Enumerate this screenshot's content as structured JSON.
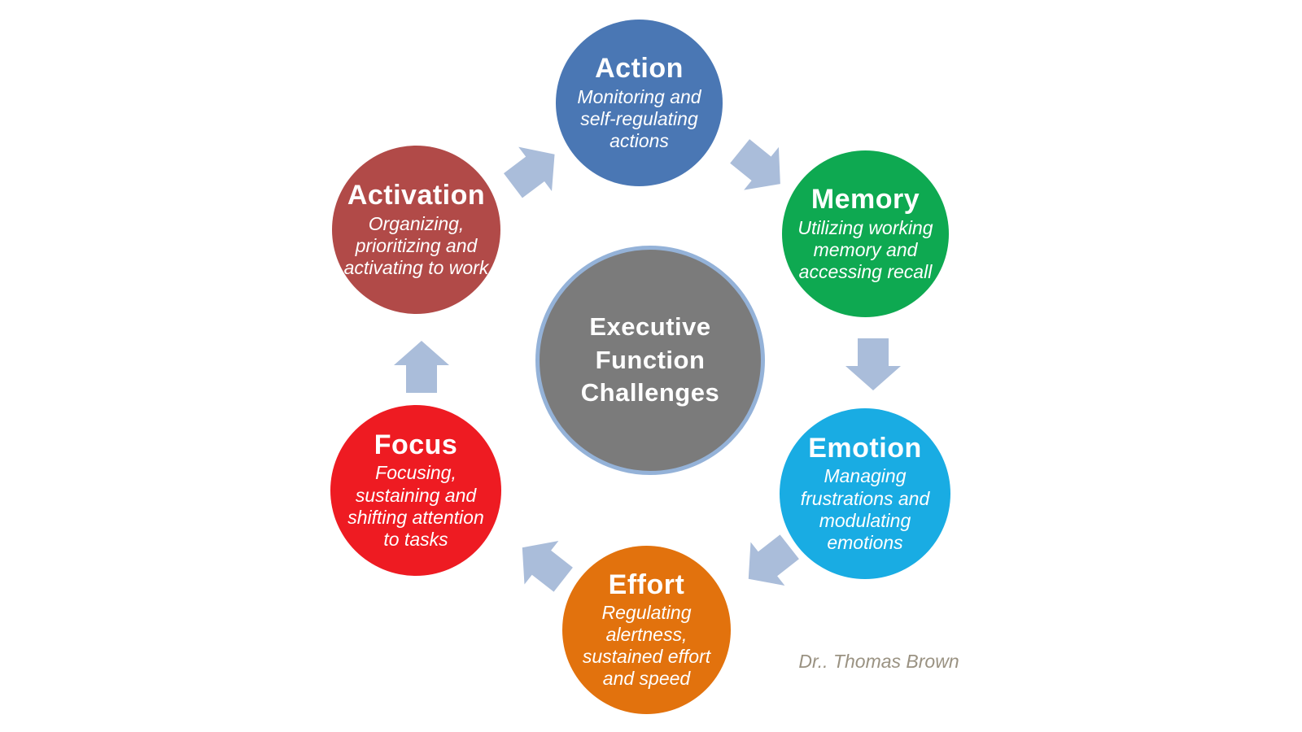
{
  "diagram": {
    "center": {
      "title": "Executive Function Challenges",
      "color": "#7b7b7b",
      "ring_color": "#94b2d8"
    },
    "nodes": [
      {
        "id": "action",
        "title": "Action",
        "description": "Monitoring and self-regulating actions",
        "color": "#4a77b4"
      },
      {
        "id": "memory",
        "title": "Memory",
        "description": "Utilizing working memory and accessing recall",
        "color": "#0ea951"
      },
      {
        "id": "emotion",
        "title": "Emotion",
        "description": "Managing frustrations and modulating emotions",
        "color": "#19ace3"
      },
      {
        "id": "effort",
        "title": "Effort",
        "description": "Regulating alertness, sustained effort and speed",
        "color": "#e2720d"
      },
      {
        "id": "focus",
        "title": "Focus",
        "description": "Focusing, sustaining and shifting attention to tasks",
        "color": "#ee1b22"
      },
      {
        "id": "activation",
        "title": "Activation",
        "description": "Organizing, prioritizing and activating to work",
        "color": "#b14a48"
      }
    ],
    "arrow_color": "#aabdda",
    "attribution": {
      "text": "Dr.. Thomas Brown",
      "color": "#9a9282"
    }
  }
}
